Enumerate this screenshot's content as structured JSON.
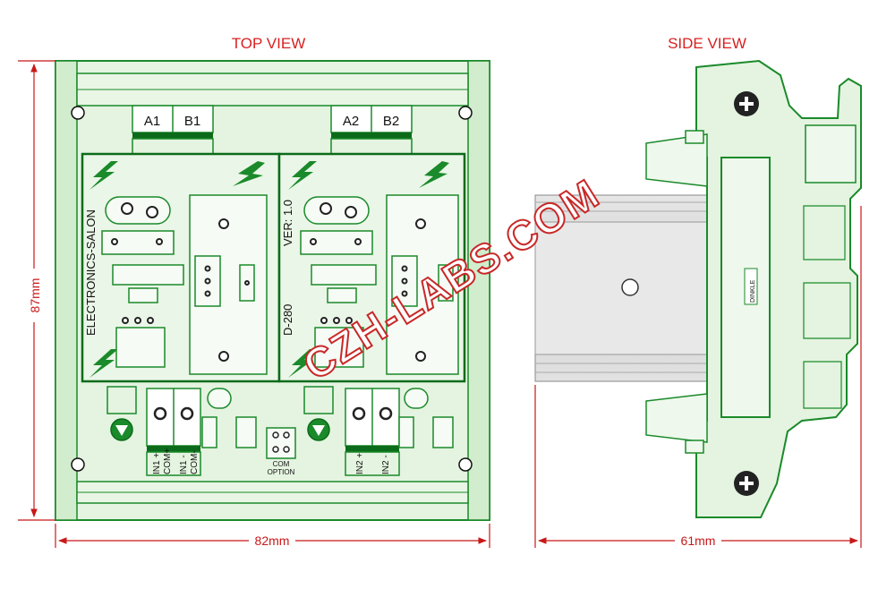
{
  "titles": {
    "top_view": "TOP VIEW",
    "side_view": "SIDE VIEW"
  },
  "dimensions": {
    "height": "87mm",
    "width": "82mm",
    "depth": "61mm"
  },
  "terminals": {
    "a1": "A1",
    "b1": "B1",
    "a2": "A2",
    "b2": "B2"
  },
  "board_text": {
    "brand": "ELECTRONICS-SALON",
    "version": "VER: 1.0",
    "model": "D-280"
  },
  "input_labels": {
    "in1_plus": "IN1 +",
    "com_plus": "COM+",
    "in1_minus": "IN1 -",
    "com_minus": "COM-",
    "com_option_1": "COM",
    "com_option_2": "OPTION",
    "in2_plus": "IN2 +",
    "in2_minus": "IN2 -"
  },
  "side_label": "DINKLE",
  "watermark": "CZH-LABS.COM",
  "colors": {
    "title_red": "#d82020",
    "dim_red": "#c81818",
    "green_line": "#1a8a2a",
    "green_fill": "#dff3dc",
    "green_dark": "#0b6b1a",
    "rail_gray": "#d2d2d2",
    "watermark_red": "#c82828"
  }
}
